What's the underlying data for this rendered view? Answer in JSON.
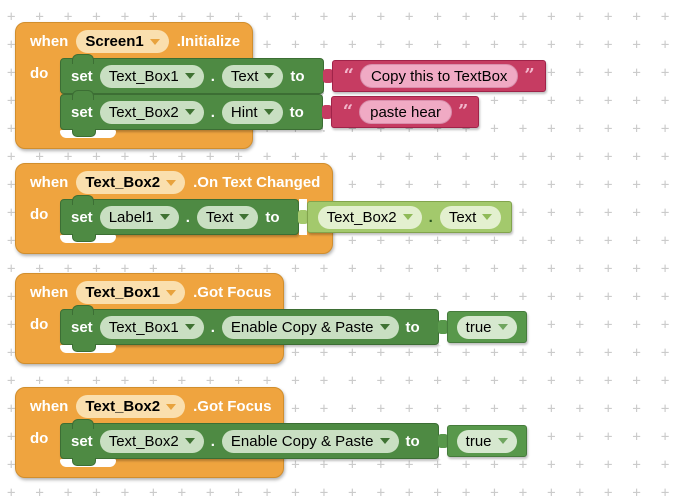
{
  "colors": {
    "canvas_bg": "#FFFFFF",
    "grid_plus": "#CBCBCB",
    "event_block": "#EFA43F",
    "event_dropdown": "#FADFAE",
    "setter_block": "#4E8A43",
    "setter_dropdown": "#C9DFC2",
    "getter_block": "#A3C96C",
    "getter_dropdown": "#E3F0CF",
    "boolean_block": "#58984B",
    "boolean_dropdown": "#D6E8CF",
    "string_block": "#C63C62",
    "string_field": "#F0AAC4"
  },
  "blocks": [
    {
      "when": "when",
      "component": "Screen1",
      "event": ".Initialize",
      "do": "do",
      "statements": [
        {
          "set": "set",
          "component": "Text_Box1",
          "dot": ".",
          "property": "Text",
          "to": "to",
          "value": {
            "type": "text",
            "open_quote": "“",
            "text": "Copy this to TextBox",
            "close_quote": "”"
          }
        },
        {
          "set": "set",
          "component": "Text_Box2",
          "dot": ".",
          "property": "Hint",
          "to": "to",
          "value": {
            "type": "text",
            "open_quote": "“",
            "text": "paste hear",
            "close_quote": "”"
          }
        }
      ]
    },
    {
      "when": "when",
      "component": "Text_Box2",
      "event": ".On Text Changed",
      "do": "do",
      "statements": [
        {
          "set": "set",
          "component": "Label1",
          "dot": ".",
          "property": "Text",
          "to": "to",
          "value": {
            "type": "getter",
            "component": "Text_Box2",
            "dot": ".",
            "property": "Text"
          }
        }
      ]
    },
    {
      "when": "when",
      "component": "Text_Box1",
      "event": ".Got Focus",
      "do": "do",
      "statements": [
        {
          "set": "set",
          "component": "Text_Box1",
          "dot": ".",
          "property": "Enable Copy & Paste",
          "to": "to",
          "value": {
            "type": "boolean",
            "text": "true"
          }
        }
      ]
    },
    {
      "when": "when",
      "component": "Text_Box2",
      "event": ".Got Focus",
      "do": "do",
      "statements": [
        {
          "set": "set",
          "component": "Text_Box2",
          "dot": ".",
          "property": "Enable Copy & Paste",
          "to": "to",
          "value": {
            "type": "boolean",
            "text": "true"
          }
        }
      ]
    }
  ]
}
